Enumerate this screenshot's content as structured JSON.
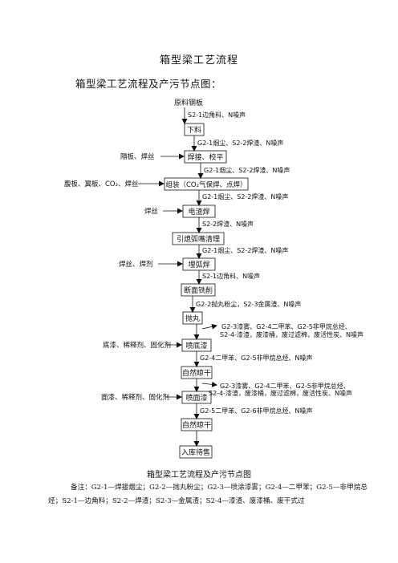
{
  "page": {
    "title": "箱型梁工艺流程",
    "subtitle": "箱型梁工艺流程及产污节点图：",
    "caption": "箱型梁工艺流程及产污节点图",
    "note": "备注：G2-1—焊接烟尘；G2-2—抛丸粉尘；G2-3—喷涂漆雾；G2-4—二甲苯；G2-5—非甲烷总烃；S2-1—边角料；S2-2—焊渣；S2-3—金属渣；S2-4—漆渣、废漆桶、废干式过"
  },
  "diagram": {
    "start_label": "原料钢板",
    "steps": [
      "下料",
      "焊接、校平",
      "组装（CO₂气保焊、点焊）",
      "电渣焊",
      "引熄弧嘴清理",
      "埋弧焊",
      "断面铣削",
      "抛丸",
      "喷底漆",
      "自然晾干",
      "喷面漆",
      "自然晾干",
      "入库待售"
    ],
    "inputs": [
      "隔板、焊丝",
      "腹板、翼板、CO₂、焊丝",
      "焊丝",
      "焊丝、焊剂",
      "底漆、稀释剂、固化剂",
      "面漆、稀释剂、固化剂"
    ],
    "outputs": [
      [
        "S2-1边角料、N噪声"
      ],
      [
        "G2-1烟尘、S2-2焊渣、N噪声"
      ],
      [
        "G2-1烟尘、S2-2焊渣、N噪声"
      ],
      [
        "G2-1烟尘、S2-2焊渣、N噪声"
      ],
      [
        "S2-2焊渣、N噪声"
      ],
      [
        "G2-1烟尘、S2-2焊渣、N噪声"
      ],
      [
        "S2-1边角料、N噪声"
      ],
      [
        "G2-2抛丸粉尘，S2-3金属渣、N噪声"
      ],
      [
        "G2-3漆雾、G2-4二甲苯、G2-5非甲烷总烃、",
        "S2-4-漆渣，废漆桶，废过滤棉，废活性炭、N噪声"
      ],
      [
        "G2-4二甲苯、G2-5非甲烷总烃、N噪声"
      ],
      [
        "G2-3漆雾、G2-4二甲苯、G2-5非甲烷总烃、",
        "S2-4-漆渣，废漆桶，废过滤棉，废活性炭、N噪声"
      ],
      [
        "G2-5二甲苯、G2-6非甲烷总烃、N噪声"
      ]
    ]
  }
}
